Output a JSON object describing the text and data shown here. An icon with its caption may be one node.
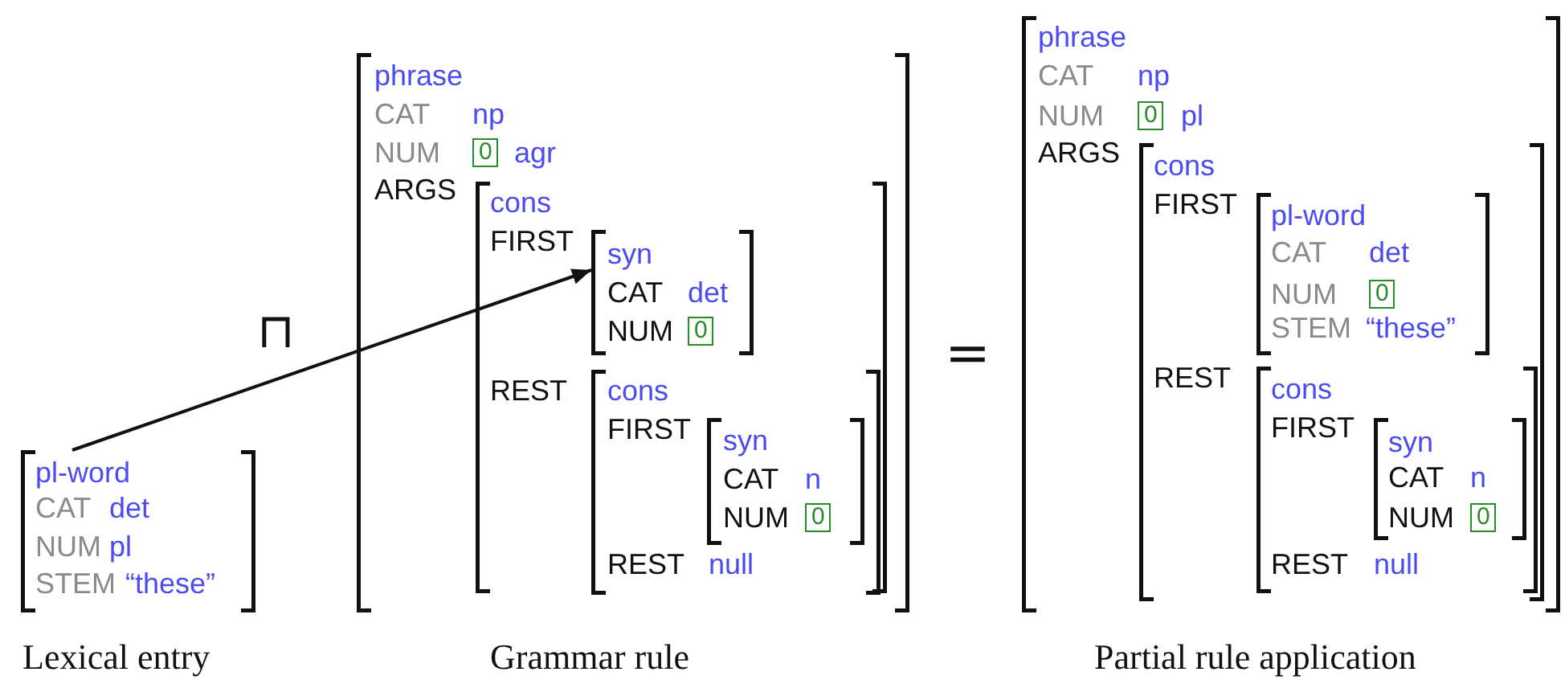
{
  "diagram": {
    "nodes": [
      {
        "text": [
          "pl-word",
          "CAT",
          "det",
          "NUM",
          "pl",
          "STEM",
          "“these”"
        ],
        "beside": [
          "Lexical entry"
        ]
      },
      {
        "text": [
          "phrase",
          "CAT",
          "np",
          "NUM",
          "0",
          "agr",
          "ARGS"
        ],
        "beside": [
          "Grammar rule"
        ]
      },
      {
        "text": [
          "cons",
          "FIRST",
          "REST"
        ],
        "in": 1
      },
      {
        "text": [
          "syn",
          "CAT",
          "det",
          "NUM",
          "0"
        ],
        "in": 2
      },
      {
        "text": [
          "cons",
          "FIRST",
          "REST",
          "null"
        ],
        "in": 2
      },
      {
        "text": [
          "syn",
          "CAT",
          "n",
          "NUM",
          "0"
        ],
        "in": 4
      },
      {
        "text": [
          "phrase",
          "CAT",
          "np",
          "NUM",
          "0",
          "pl",
          "ARGS"
        ],
        "beside": [
          "Partial rule application"
        ]
      },
      {
        "text": [
          "cons",
          "FIRST",
          "REST"
        ],
        "in": 6
      },
      {
        "text": [
          "pl-word",
          "CAT",
          "det",
          "NUM",
          "0",
          "STEM",
          "“these”"
        ],
        "in": 7
      },
      {
        "text": [
          "cons",
          "FIRST",
          "REST",
          "null"
        ],
        "in": 7
      },
      {
        "text": [
          "syn",
          "CAT",
          "n",
          "NUM",
          "0"
        ],
        "in": 9
      }
    ],
    "edges": [
      {
        "from": 0,
        "to": 3,
        "arrow": "to"
      }
    ],
    "labels": [
      "⊓",
      "="
    ]
  }
}
